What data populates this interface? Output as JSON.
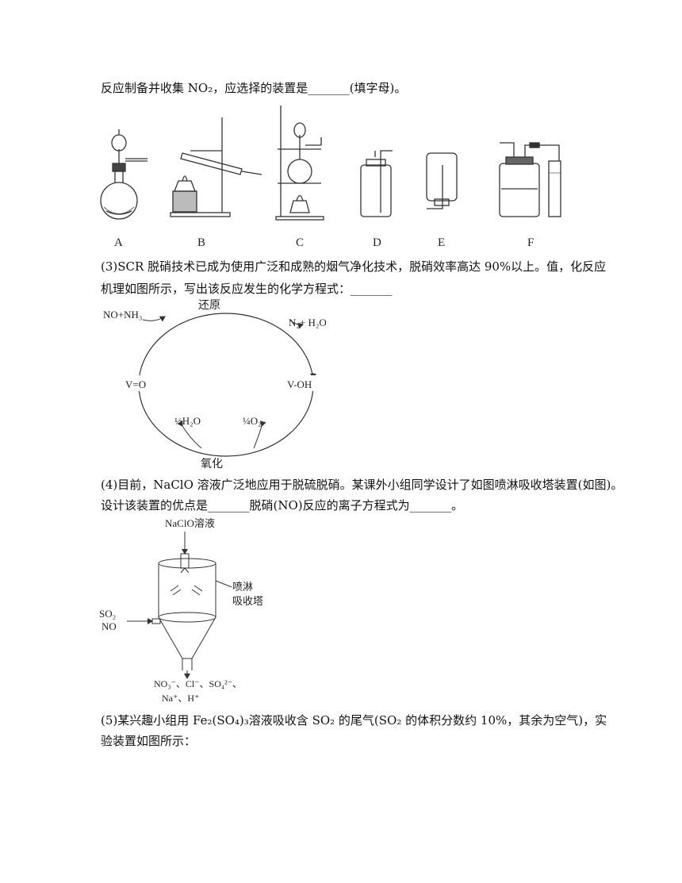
{
  "q2_tail": "反应制备并收集 NO₂，应选择的装置是_______(填字母)。",
  "apparatus_labels": [
    "A",
    "B",
    "C",
    "D",
    "E",
    "F"
  ],
  "q3": {
    "line1": "(3)SCR 脱硝技术已成为使用广泛和成熟的烟气净化技术，脱硝效率高达 90%以上。值，化反应",
    "line2": "机理如图所示，写出该反应发生的化学方程式：_______"
  },
  "cycle": {
    "top_label": "还原",
    "bottom_label": "氧化",
    "in_reactants": "NO+NH₃",
    "out_products": "N₂+ H₂O",
    "left_species": "V=O",
    "right_species": "V-OH",
    "water_out": "½H₂O",
    "oxygen_in": "¼O₂"
  },
  "q4": {
    "line1": "(4)目前，NaClO 溶液广泛地应用于脱硫脱硝。某课外小组同学设计了如图喷淋吸收塔装置(如图)。",
    "line2": "设计该装置的优点是_______脱硝(NO)反应的离子方程式为_______。"
  },
  "tower": {
    "top_input": "NaClO溶液",
    "tower_label_1": "喷淋",
    "tower_label_2": "吸收塔",
    "gas_in_1": "SO₂",
    "gas_in_2": "NO",
    "out_1": "NO₃⁻、Cl⁻、SO₄²⁻、",
    "out_2": "Na⁺、H⁺"
  },
  "q5": {
    "line1": "(5)某兴趣小组用 Fe₂(SO₄)₃溶液吸收含 SO₂ 的尾气(SO₂ 的体积分数约 10%，其余为空气)，实",
    "line2": "验装置如图所示："
  }
}
